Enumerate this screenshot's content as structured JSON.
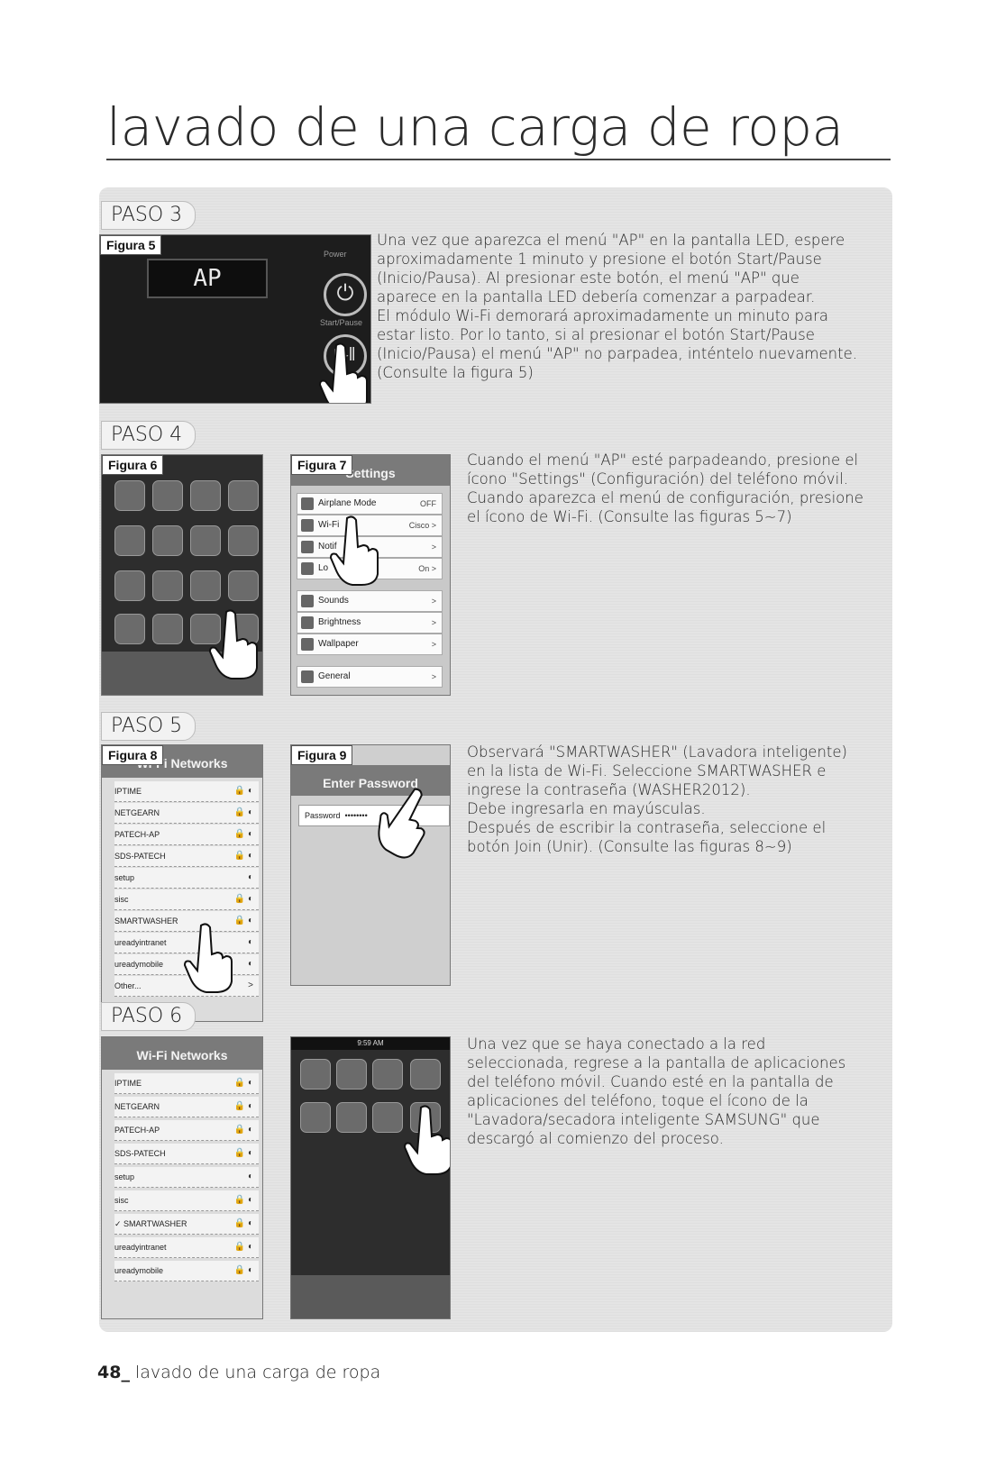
{
  "page": {
    "title": "lavado de una carga de ropa",
    "footer": {
      "page_number": "48_",
      "section": "lavado de una carga de ropa"
    }
  },
  "steps": [
    {
      "label": "PASO 3",
      "figures": [
        {
          "label": "Figura 5",
          "display": "AP",
          "power_label": "Power",
          "start_label": "Start/Pause"
        }
      ],
      "text": "Una vez que aparezca el menú \"AP\" en la pantalla LED, espere aproximadamente 1 minuto y presione el botón Start/Pause (Inicio/Pausa). Al presionar este botón, el menú \"AP\" que aparece en la pantalla LED debería comenzar a parpadear.\nEl módulo Wi-Fi demorará aproximadamente un minuto para estar listo. Por lo tanto, si al presionar el botón Start/Pause (Inicio/Pausa) el menú \"AP\" no parpadea, inténtelo nuevamente. (Consulte la figura 5)"
    },
    {
      "label": "PASO 4",
      "figures": [
        {
          "label": "Figura 6"
        },
        {
          "label": "Figura 7",
          "header": "Settings",
          "rows": [
            {
              "name": "Airplane Mode",
              "value": "OFF"
            },
            {
              "name": "Wi-Fi",
              "value": "Cisco >"
            },
            {
              "name": "Notif",
              "value": ">"
            },
            {
              "name": "Lo",
              "value": "On >"
            },
            {
              "name": "Sounds",
              "value": ">"
            },
            {
              "name": "Brightness",
              "value": ">"
            },
            {
              "name": "Wallpaper",
              "value": ">"
            },
            {
              "name": "General",
              "value": ">"
            }
          ]
        }
      ],
      "text": "Cuando el menú \"AP\" esté parpadeando, presione el ícono \"Settings\" (Configuración) del teléfono móvil. Cuando aparezca el menú de configuración, presione el ícono de Wi-Fi. (Consulte las figuras 5~7)"
    },
    {
      "label": "PASO 5",
      "figures": [
        {
          "label": "Figura 8",
          "header": "Wi-Fi Networks",
          "networks": [
            "IPTIME",
            "NETGEARN",
            "PATECH-AP",
            "SDS-PATECH",
            "setup",
            "sisc",
            "SMARTWASHER",
            "ureadyintranet",
            "ureadymobile",
            "Other..."
          ]
        },
        {
          "label": "Figura 9",
          "header": "Enter Password",
          "field_label": "Password",
          "field_value": "••••••••"
        }
      ],
      "text": "Observará \"SMARTWASHER\" (Lavadora inteligente) en la lista de Wi-Fi. Seleccione SMARTWASHER e ingrese la contraseña (WASHER2012).\nDebe ingresarla en mayúsculas.\nDespués de escribir la contraseña, seleccione el botón Join (Unir). (Consulte las figuras 8~9)"
    },
    {
      "label": "PASO 6",
      "figures": [
        {
          "header": "Wi-Fi Networks",
          "networks": [
            "IPTIME",
            "NETGEARN",
            "PATECH-AP",
            "SDS-PATECH",
            "setup",
            "sisc",
            "✓ SMARTWASHER",
            "ureadyintranet",
            "ureadymobile"
          ]
        },
        {
          "status_time": "9:59 AM"
        }
      ],
      "text": "Una vez que se haya conectado a la red seleccionada, regrese a la pantalla de aplicaciones del teléfono móvil. Cuando esté en la pantalla de aplicaciones del teléfono, toque el ícono de la \"Lavadora/secadora inteligente SAMSUNG\" que descargó al comienzo del proceso."
    }
  ]
}
